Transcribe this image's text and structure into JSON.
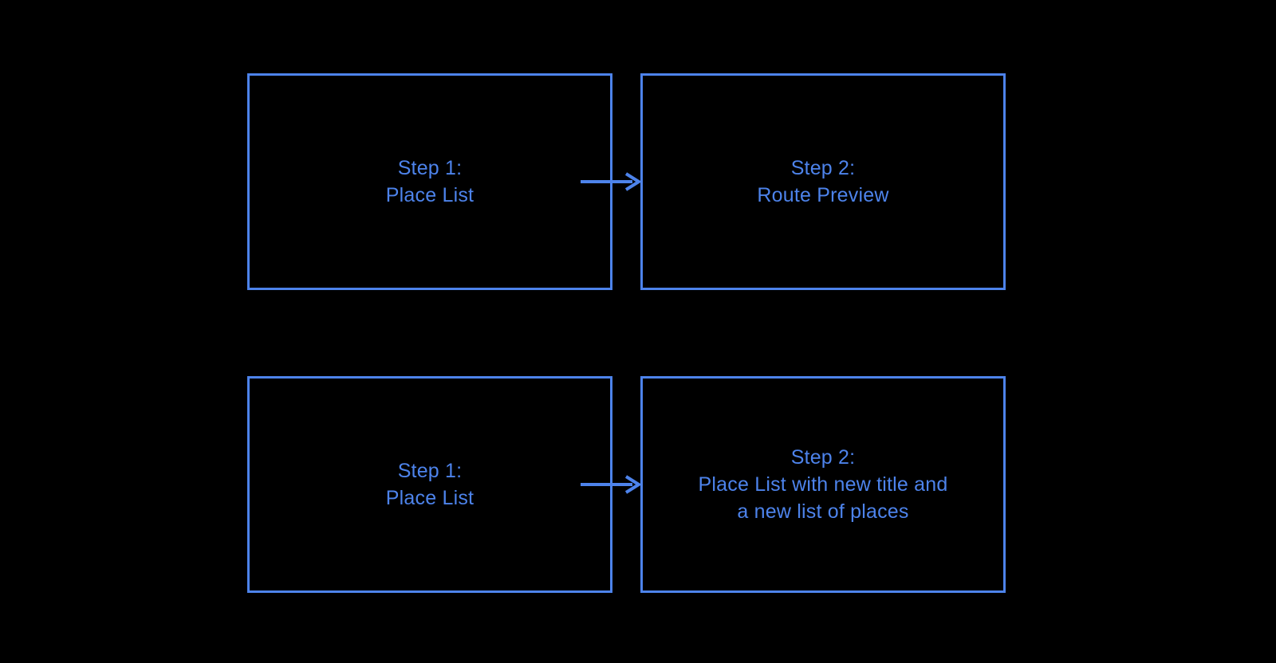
{
  "diagram": {
    "type": "flow",
    "colors": {
      "accent": "#4d83eb",
      "background": "#000000"
    },
    "rows": [
      {
        "boxes": [
          {
            "lines": [
              "Step 1:",
              "Place List"
            ]
          },
          {
            "lines": [
              "Step 2:",
              "Route Preview"
            ]
          }
        ],
        "connector": "arrow-right"
      },
      {
        "boxes": [
          {
            "lines": [
              "Step 1:",
              "Place List"
            ]
          },
          {
            "lines": [
              "Step 2:",
              "Place List with new title and",
              "a new list of places"
            ]
          }
        ],
        "connector": "arrow-right"
      }
    ]
  }
}
